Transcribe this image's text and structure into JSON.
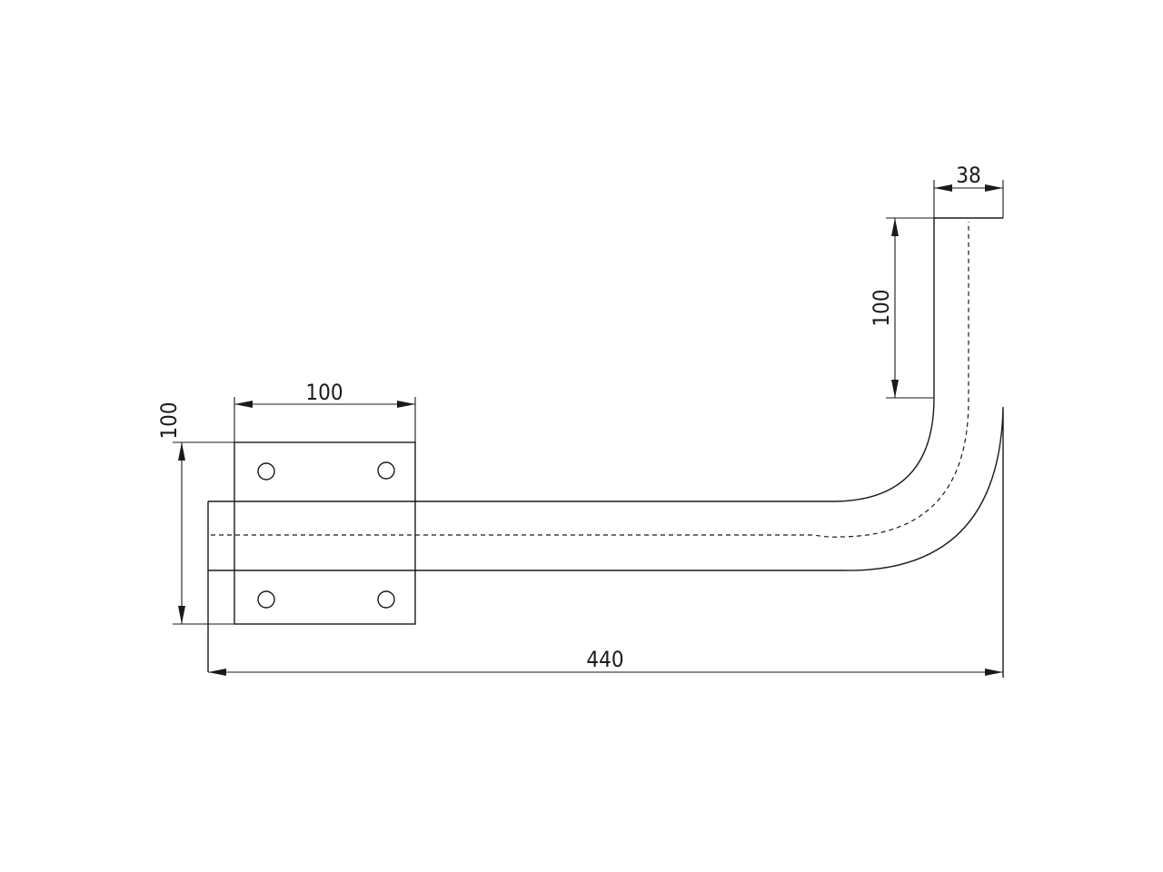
{
  "dimensions": {
    "top_width": "38",
    "riser_height": "100",
    "plate_width": "100",
    "plate_height": "100",
    "overall_length": "440"
  },
  "colors": {
    "line": "#1a1a1a",
    "background": "#ffffff"
  }
}
